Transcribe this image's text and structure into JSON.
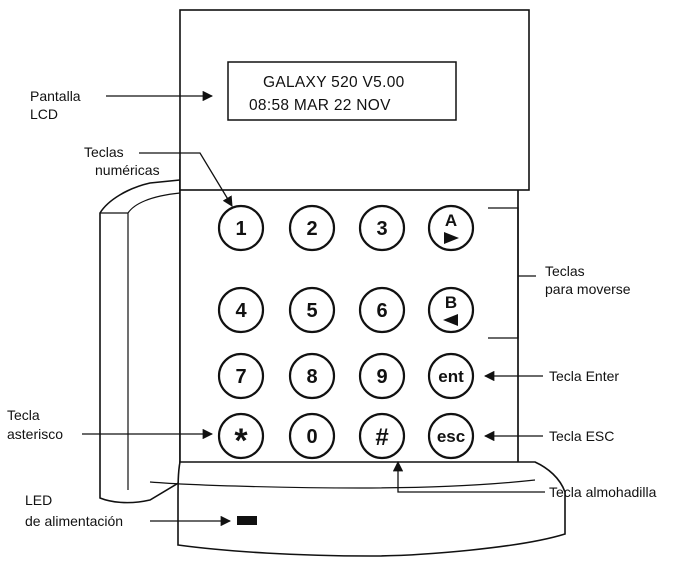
{
  "lcd": {
    "line1": "GALAXY  520  V5.00",
    "line2": "08:58  MAR 22 NOV"
  },
  "labels": {
    "pantalla_1": "Pantalla",
    "pantalla_2": "LCD",
    "numericas_1": "Teclas",
    "numericas_2": "numéricas",
    "moverse_1": "Teclas",
    "moverse_2": "para moverse",
    "enter": "Tecla Enter",
    "asterisco_1": "Tecla",
    "asterisco_2": "asterisco",
    "esc": "Tecla ESC",
    "almohadilla": "Tecla almohadilla",
    "led_1": "LED",
    "led_2": "de alimentación"
  },
  "keys": [
    {
      "label": "1"
    },
    {
      "label": "2"
    },
    {
      "label": "3"
    },
    {
      "label": "A",
      "arrow": "right"
    },
    {
      "label": "4"
    },
    {
      "label": "5"
    },
    {
      "label": "6"
    },
    {
      "label": "B",
      "arrow": "left"
    },
    {
      "label": "7"
    },
    {
      "label": "8"
    },
    {
      "label": "9"
    },
    {
      "label": "ent"
    },
    {
      "label": "*"
    },
    {
      "label": "0"
    },
    {
      "label": "#"
    },
    {
      "label": "esc"
    }
  ],
  "colors": {
    "stroke": "#111111",
    "background": "#ffffff",
    "led": "#111111"
  }
}
